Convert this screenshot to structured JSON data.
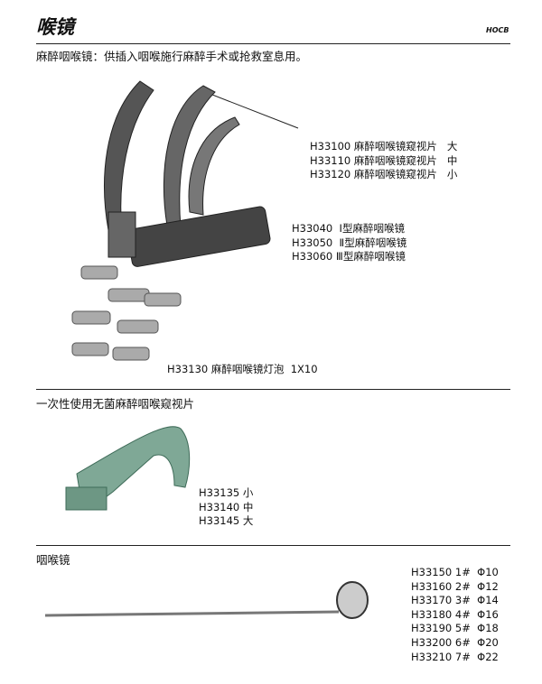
{
  "header": {
    "title": "喉镜",
    "code": "HOCB"
  },
  "intro": "麻醉咽喉镜：供插入咽喉施行麻醉手术或抢救室息用。",
  "blades": [
    {
      "code": "H33100",
      "name": "麻醉咽喉镜窥视片",
      "size": "大"
    },
    {
      "code": "H33110",
      "name": "麻醉咽喉镜窥视片",
      "size": "中"
    },
    {
      "code": "H33120",
      "name": "麻醉咽喉镜窥视片",
      "size": "小"
    }
  ],
  "laryngoscopes": [
    {
      "code": "H33040",
      "name": "Ⅰ型麻醉咽喉镜"
    },
    {
      "code": "H33050",
      "name": "Ⅱ型麻醉咽喉镜"
    },
    {
      "code": "H33060",
      "name": "Ⅲ型麻醉咽喉镜"
    }
  ],
  "bulb": {
    "code": "H33130",
    "name": "麻醉咽喉镜灯泡",
    "qty": "1X10"
  },
  "disposable": {
    "title": "一次性使用无菌麻醉咽喉窥视片",
    "items": [
      {
        "code": "H33135",
        "size": "小"
      },
      {
        "code": "H33140",
        "size": "中"
      },
      {
        "code": "H33145",
        "size": "大"
      }
    ]
  },
  "mirror": {
    "title": "咽喉镜",
    "items": [
      {
        "code": "H33150",
        "no": "1#",
        "dia": "Φ10"
      },
      {
        "code": "H33160",
        "no": "2#",
        "dia": "Φ12"
      },
      {
        "code": "H33170",
        "no": "3#",
        "dia": "Φ14"
      },
      {
        "code": "H33180",
        "no": "4#",
        "dia": "Φ16"
      },
      {
        "code": "H33190",
        "no": "5#",
        "dia": "Φ18"
      },
      {
        "code": "H33200",
        "no": "6#",
        "dia": "Φ20"
      },
      {
        "code": "H33210",
        "no": "7#",
        "dia": "Φ22"
      }
    ]
  }
}
